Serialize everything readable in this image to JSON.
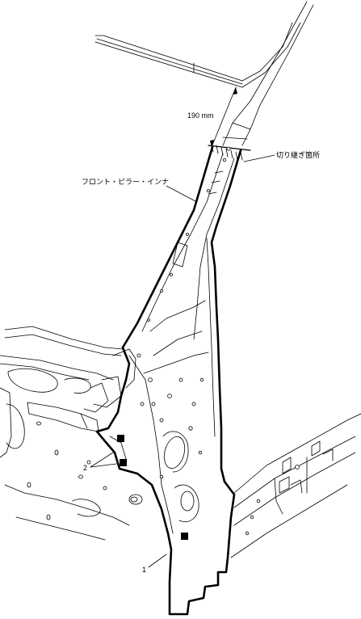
{
  "labels": {
    "dimension": "190 mm",
    "cut_location": "切り継ぎ箇所",
    "part_name": "フロント・ピラー・インナ",
    "callout_2": "2",
    "callout_1": "1"
  }
}
